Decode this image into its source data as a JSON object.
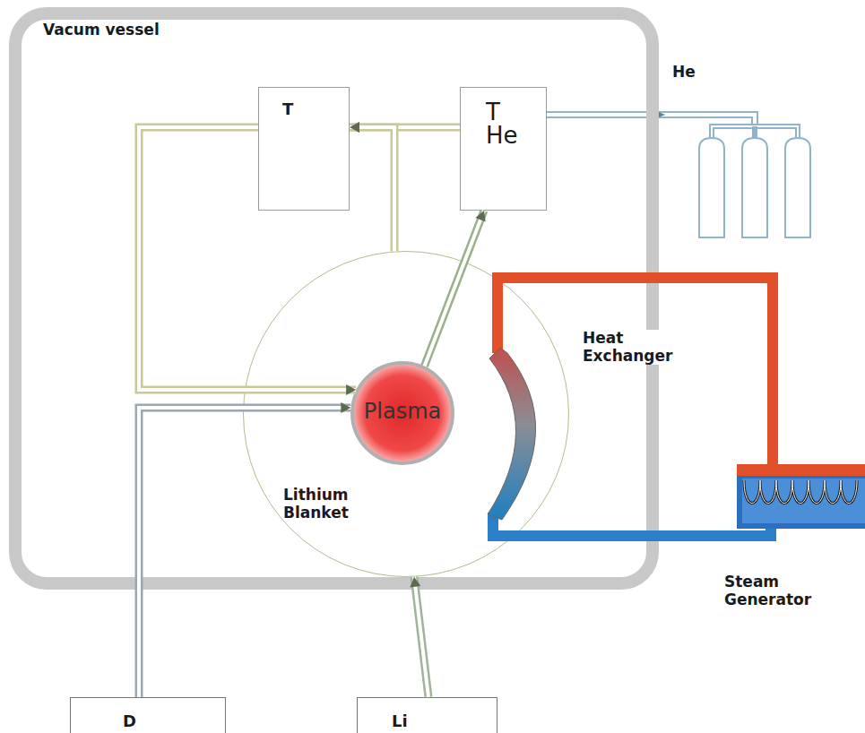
{
  "diagram": {
    "nodes": [
      {
        "text": [
          "Vacum vessel"
        ]
      },
      {
        "text": [
          "T"
        ],
        "in": 0
      },
      {
        "text": [
          "T He"
        ],
        "in": 0
      },
      {
        "text": [
          "Lithium Blanket"
        ],
        "in": 0
      },
      {
        "text": [
          "Plasma"
        ],
        "in": 3
      },
      {
        "text": [
          "Heat Exchanger"
        ]
      },
      {
        "text": [
          "Steam Generator"
        ]
      },
      {
        "text": [
          "D"
        ]
      },
      {
        "text": [
          "Li"
        ]
      }
    ],
    "edges": [
      {
        "from": 4,
        "to": 2,
        "arrow": "to"
      },
      {
        "from": 2,
        "to": 1,
        "arrow": "to"
      },
      {
        "from": 3,
        "to": 1,
        "arrow": "to"
      },
      {
        "from": 1,
        "to": 4,
        "arrow": "to"
      },
      {
        "from": 7,
        "to": 4,
        "arrow": "to"
      },
      {
        "from": 8,
        "to": 3,
        "arrow": "to"
      },
      {
        "from": 5,
        "to": 6,
        "arrow": "none"
      },
      {
        "from": 5,
        "to": 6,
        "arrow": "none"
      }
    ],
    "labels": [
      "He"
    ]
  }
}
